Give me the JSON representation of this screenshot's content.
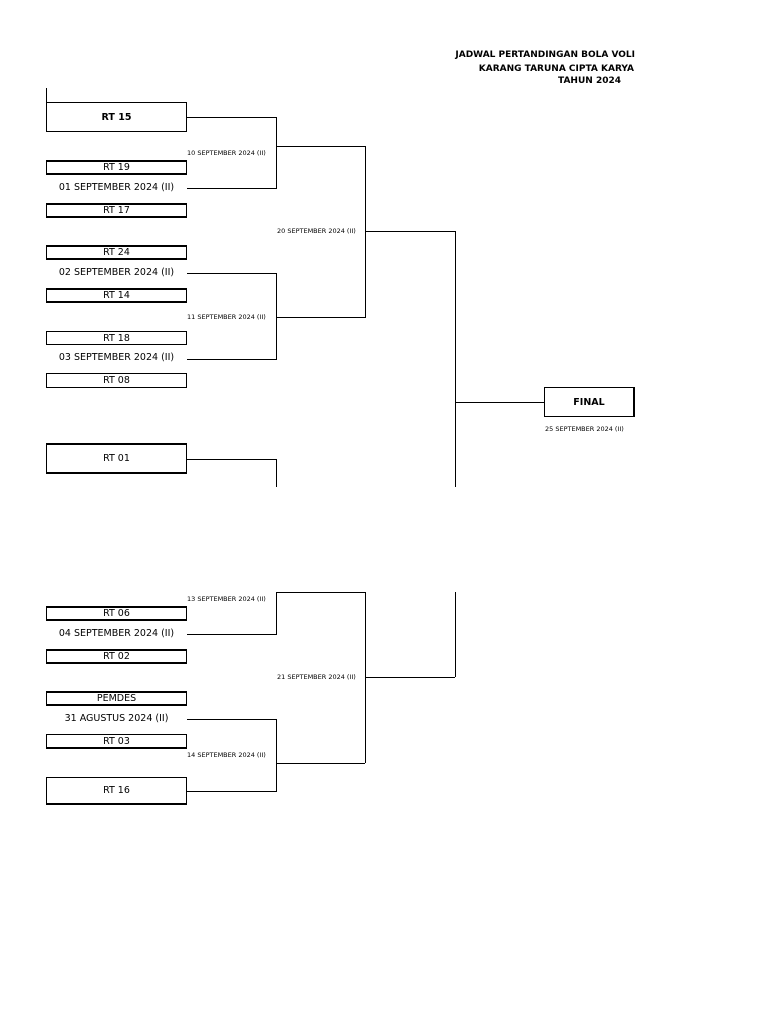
{
  "header": {
    "line1": "JADWAL PERTANDINGAN BOLA VOLI",
    "line2": "KARANG TARUNA CIPTA KARYA",
    "line3": "TAHUN 2024"
  },
  "teams": {
    "rt15": "RT 15",
    "rt19": "RT 19",
    "rt17": "RT 17",
    "rt24": "RT 24",
    "rt14": "RT 14",
    "rt18": "RT 18",
    "rt08": "RT 08",
    "rt01": "RT 01",
    "rt06": "RT 06",
    "rt02": "RT 02",
    "pemdes": "PEMDES",
    "rt03": "RT 03",
    "rt16": "RT 16"
  },
  "round1": {
    "m1": "01 SEPTEMBER 2024 (II)",
    "m2": "02 SEPTEMBER 2024 (II)",
    "m3": "03 SEPTEMBER 2024 (II)",
    "m4": "04 SEPTEMBER 2024 (II)",
    "m5": "31 AGUSTUS 2024 (II)"
  },
  "round2": {
    "m1": "10 SEPTEMBER 2024 (II)",
    "m2": "11 SEPTEMBER 2024 (II)",
    "m3": "13 SEPTEMBER 2024 (II)",
    "m4": "14 SEPTEMBER 2024 (II)"
  },
  "semifinal": {
    "m1": "20 SEPTEMBER 2024 (II)",
    "m2": "21 SEPTEMBER 2024 (II)"
  },
  "final": {
    "label": "FINAL",
    "date": "25 SEPTEMBER 2024 (II)"
  }
}
